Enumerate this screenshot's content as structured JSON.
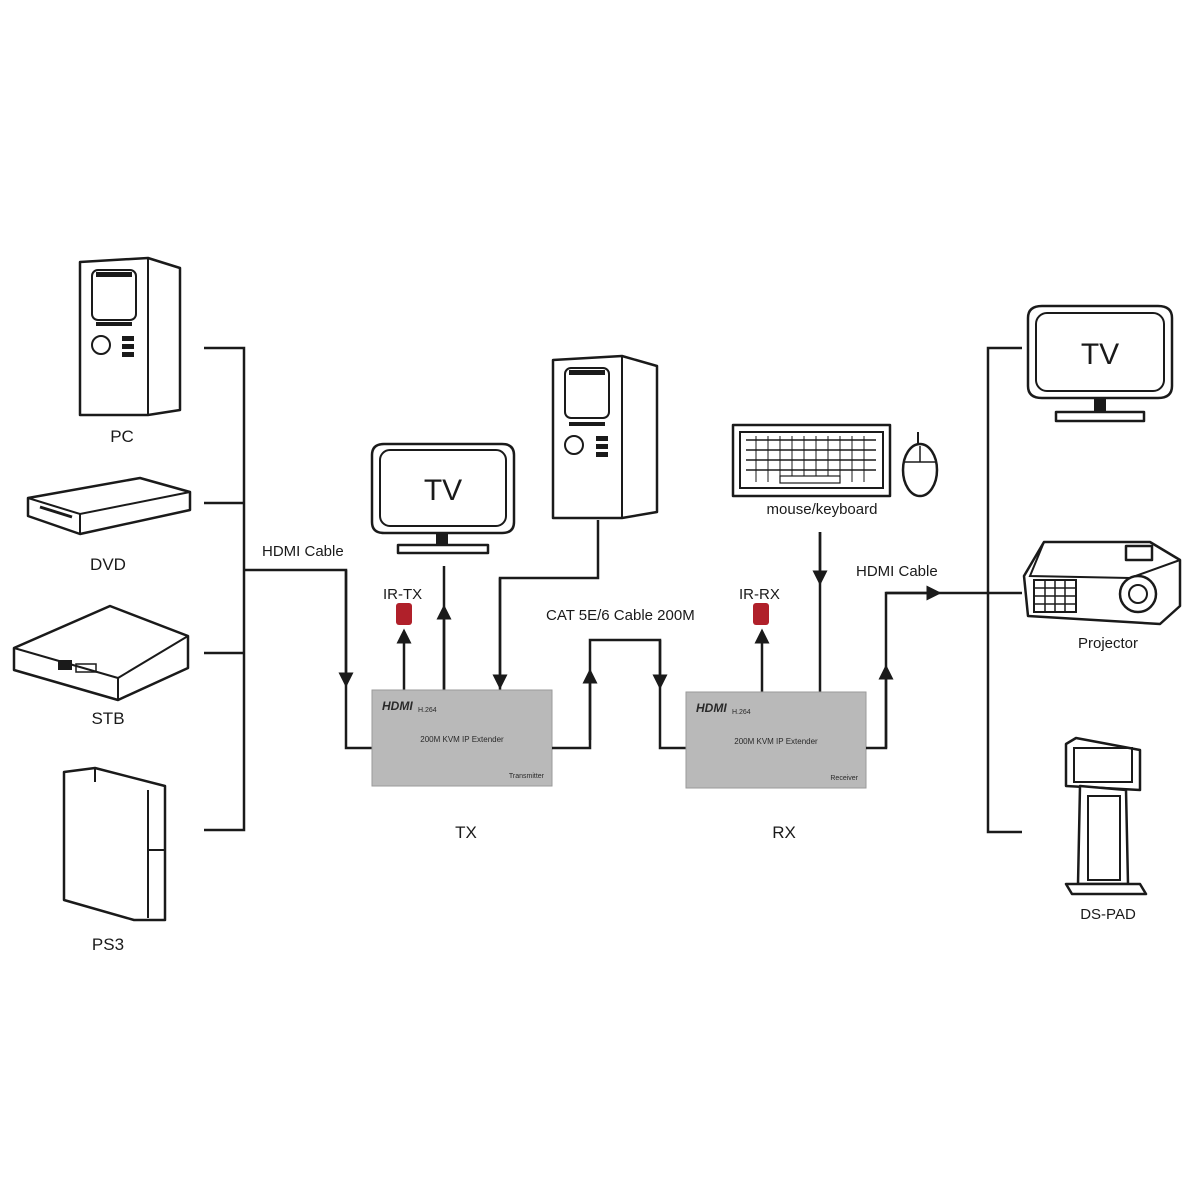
{
  "devices": {
    "pc_left": "PC",
    "dvd": "DVD",
    "stb": "STB",
    "ps3": "PS3",
    "tv_tx": "TV",
    "tv_right": "TV",
    "mouse_keyboard": "mouse/keyboard",
    "projector": "Projector",
    "ds_pad": "DS-PAD"
  },
  "cables": {
    "hdmi_left": "HDMI Cable",
    "hdmi_right": "HDMI Cable",
    "cat": "CAT 5E/6 Cable 200M"
  },
  "ir": {
    "tx": "IR-TX",
    "rx": "IR-RX"
  },
  "units": {
    "tx": {
      "logo": "HDMI",
      "codec": "H.264",
      "model": "200M KVM IP Extender",
      "role": "Transmitter",
      "caption": "TX"
    },
    "rx": {
      "logo": "HDMI",
      "codec": "H.264",
      "model": "200M KVM IP Extender",
      "role": "Receiver",
      "caption": "RX"
    }
  },
  "colors": {
    "line": "#1a1a1a",
    "unit_fill": "#b9b9b9",
    "ir_led": "#b0202a"
  }
}
